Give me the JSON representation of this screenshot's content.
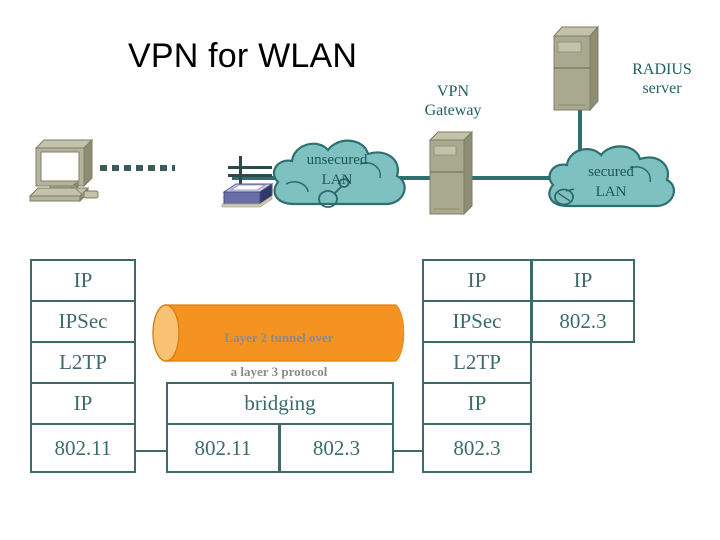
{
  "slide": {
    "title": "VPN for WLAN",
    "background": "#ffffff"
  },
  "colors": {
    "link": "#2d7070",
    "cloud_fill": "#7fc0c0",
    "cloud_stroke": "#2d7070",
    "server_body": "#a9a98f",
    "server_top": "#c3c3ab",
    "server_side": "#8d8d74",
    "stack_border": "#3d6a6a",
    "stack_text": "#3d6a6a",
    "tunnel_fill": "#f59322",
    "tunnel_cap": "#f6bb6a",
    "tunnel_text": "#8a8a8a",
    "label_text": "#1f5f5f",
    "ap_body": "#6a6ea8",
    "title_text": "#000000"
  },
  "topology": {
    "nodes": [
      {
        "id": "workstation",
        "label": "",
        "icon": "desktop-computer-icon"
      },
      {
        "id": "access-point",
        "label": "",
        "icon": "wireless-access-point-icon"
      },
      {
        "id": "unsecured-lan",
        "label": "unsecured\nLAN",
        "label_line1": "unsecured",
        "label_line2": "LAN",
        "icon": "cloud-icon"
      },
      {
        "id": "vpn-gateway",
        "label": "VPN\nGateway",
        "label_line1": "VPN",
        "label_line2": "Gateway",
        "icon": "server-tower-icon"
      },
      {
        "id": "secured-lan",
        "label": "secured\nLAN",
        "label_line1": "secured",
        "label_line2": "LAN",
        "icon": "cloud-icon"
      },
      {
        "id": "radius-server",
        "label": "RADIUS\nserver",
        "label_line1": "RADIUS",
        "label_line2": "server",
        "icon": "server-tower-icon"
      }
    ],
    "wireless_link_style": "dashed"
  },
  "stacks": [
    {
      "id": "client-stack",
      "layers": [
        "IP",
        "IPSec",
        "L2TP",
        "IP",
        "802.11"
      ]
    },
    {
      "id": "bridge-stack",
      "top_label": "bridging",
      "layers": [
        "802.11",
        "802.3"
      ]
    },
    {
      "id": "gateway-stack",
      "layers": [
        "IP",
        "IPSec",
        "L2TP",
        "IP",
        "802.3"
      ]
    },
    {
      "id": "server-stack",
      "layers": [
        "IP",
        "802.3"
      ]
    }
  ],
  "tunnel": {
    "label_line1": "Layer 2 tunnel over",
    "label_line2": "a layer 3 protocol",
    "label": "Layer 2 tunnel over\na layer 3 protocol"
  }
}
